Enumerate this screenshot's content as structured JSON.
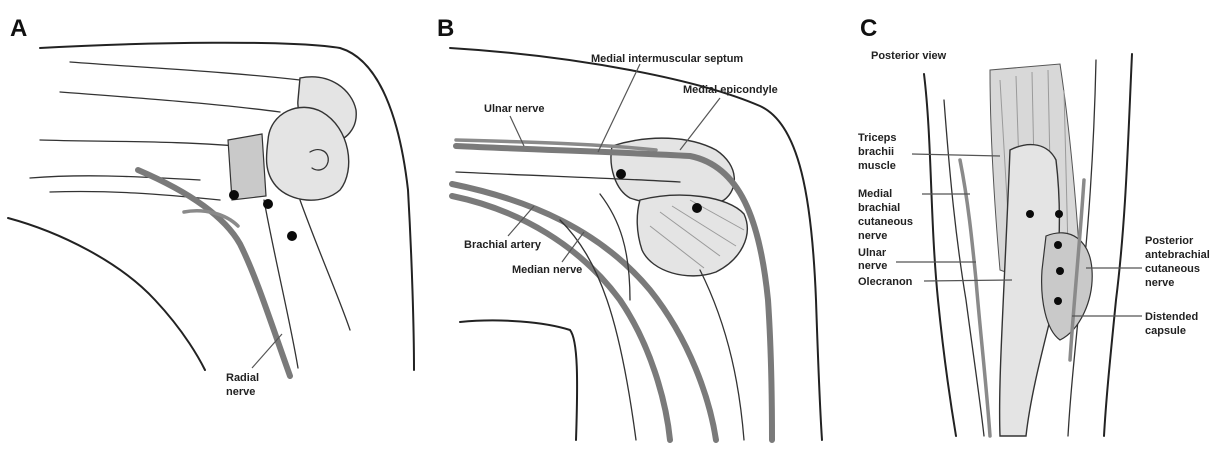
{
  "panels": [
    {
      "id": "A",
      "letter": "A",
      "labels": {
        "radial_nerve_l1": "Radial",
        "radial_nerve_l2": "nerve"
      }
    },
    {
      "id": "B",
      "letter": "B",
      "labels": {
        "medial_intermuscular_septum": "Medial intermuscular septum",
        "medial_epicondyle": "Medial epicondyle",
        "ulnar_nerve": "Ulnar nerve",
        "brachial_artery": "Brachial artery",
        "median_nerve": "Median nerve"
      }
    },
    {
      "id": "C",
      "letter": "C",
      "labels": {
        "posterior_view": "Posterior view",
        "triceps_l1": "Triceps",
        "triceps_l2": "brachii",
        "triceps_l3": "muscle",
        "mbcn_l1": "Medial",
        "mbcn_l2": "brachial",
        "mbcn_l3": "cutaneous",
        "mbcn_l4": "nerve",
        "ulnar_l1": "Ulnar",
        "ulnar_l2": "nerve",
        "olecranon": "Olecranon",
        "pacn_l1": "Posterior",
        "pacn_l2": "antebrachial",
        "pacn_l3": "cutaneous",
        "pacn_l4": "nerve",
        "capsule_l1": "Distended",
        "capsule_l2": "capsule"
      }
    }
  ],
  "colors": {
    "line": "#222222",
    "nerve": "#7a7a7a",
    "bone": "#e4e4e4",
    "dot": "#0a0a0a"
  }
}
